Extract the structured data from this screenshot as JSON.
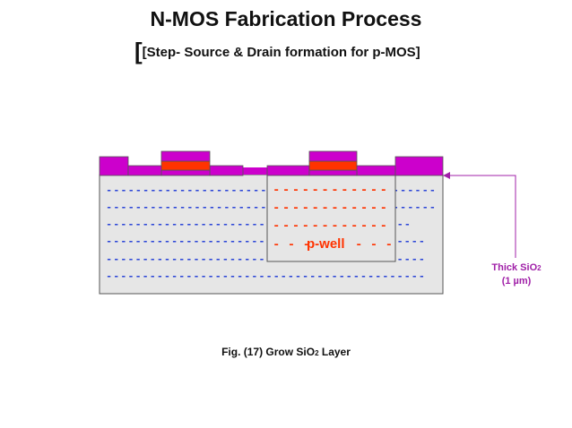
{
  "title": "N-MOS Fabrication Process",
  "subtitle_bracket": "[",
  "subtitle": "[Step- Source & Drain formation for p-MOS]",
  "pwell_label": "p-well",
  "pwell_dash_prefix": "- - -",
  "pwell_dash_suffix": "- - -",
  "annotation_line1": "Thick SiO",
  "annotation_sub": "2",
  "annotation_line2": "(1 µm)",
  "caption_prefix": "Fig. (17) Grow SiO",
  "caption_sub": "2",
  "caption_suffix": " Layer",
  "colors": {
    "oxide": "#cc00cc",
    "polysilicon": "#ff3300",
    "substrate_fill": "#e6e6e6",
    "dash_blue": "#1f3bd6",
    "dash_red": "#ff3300",
    "annotation": "#a020a8"
  }
}
